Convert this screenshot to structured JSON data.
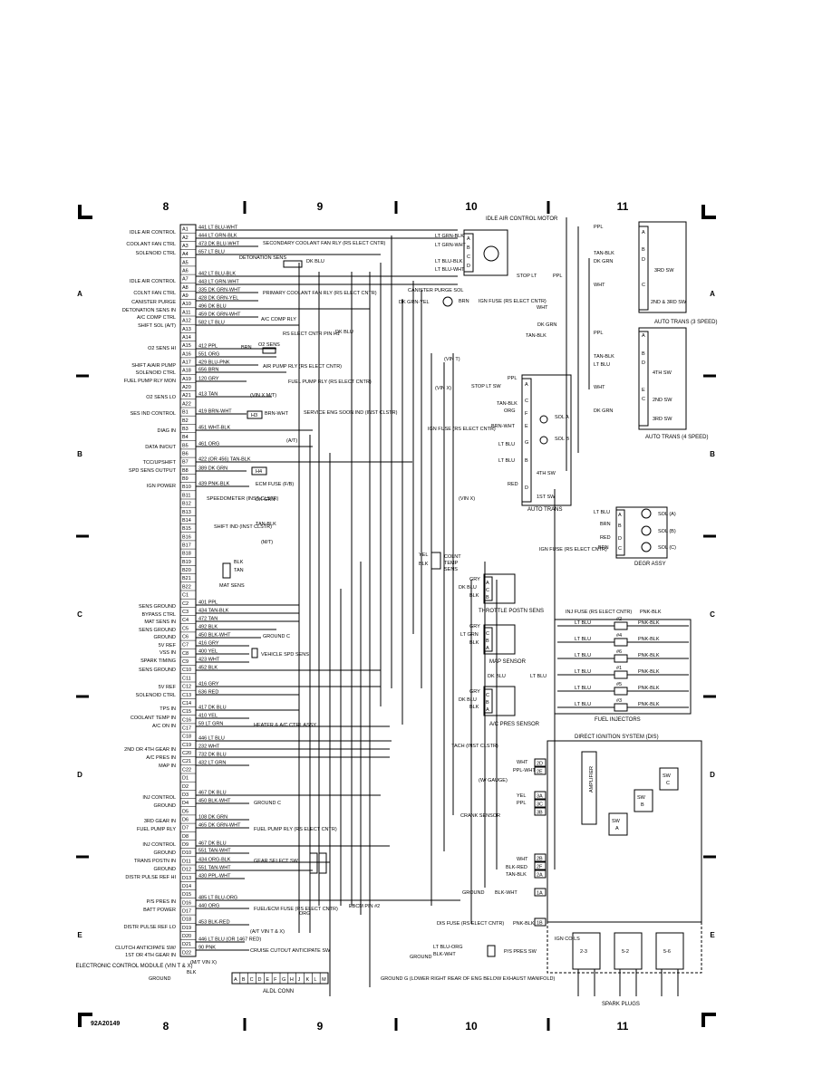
{
  "grid": {
    "columns": [
      "8",
      "9",
      "10",
      "11"
    ],
    "rows": [
      "A",
      "B",
      "C",
      "D",
      "E"
    ]
  },
  "footer": {
    "figure_id": "92A20149"
  },
  "ecm": {
    "title": "ELECTRONIC CONTROL MODULE (VIN T & X)",
    "functions": [
      "IDLE AIR CONTROL",
      "COOLANT FAN CTRL",
      "SOLENOID CTRL",
      "IDLE AIR CONTROL",
      "COLNT FAN CTRL",
      "CANISTER PURGE",
      "DETONATION SENS IN",
      "A/C COMP CTRL",
      "SHIFT SOL (A/T)",
      "O2 SENS HI",
      "SHIFT A/AIR PUMP",
      "SOLENOID CTRL",
      "FUEL PUMP RLY MON",
      "O2 SENS LO",
      "SES IND CONTROL",
      "DIAG IN",
      "DATA IN/OUT",
      "TCC/UPSHIFT",
      "SPD SENS OUTPUT",
      "IGN POWER",
      "SENS GROUND",
      "BYPASS CTRL",
      "MAT SENS IN",
      "SENS GROUND",
      "GROUND",
      "5V REF",
      "VSS IN",
      "SPARK TIMING",
      "SENS GROUND",
      "5V REF",
      "SOLENOID CTRL",
      "TPS IN",
      "COOLANT TEMP IN",
      "A/C ON IN",
      "2ND OR 4TH GEAR IN",
      "A/C PRES IN",
      "MAP IN",
      "INJ CONTROL",
      "GROUND",
      "3RD GEAR IN",
      "FUEL PUMP RLY",
      "INJ CONTROL",
      "GROUND",
      "TRANS POSTN IN",
      "GROUND",
      "DISTR PULSE REF HI",
      "P/S PRES IN",
      "BATT POWER",
      "DISTR PULSE REF LO",
      "CLUTCH ANTICIPATE SW/",
      "1ST OR 4TH GEAR IN"
    ],
    "pins": [
      "A1",
      "A2",
      "A3",
      "A4",
      "A5",
      "A6",
      "A7",
      "A8",
      "A9",
      "A10",
      "A11",
      "A12",
      "A13",
      "A14",
      "A15",
      "A16",
      "A17",
      "A18",
      "A19",
      "A20",
      "A21",
      "A22",
      "B1",
      "B2",
      "B3",
      "B4",
      "B5",
      "B6",
      "B7",
      "B8",
      "B9",
      "B10",
      "B11",
      "B12",
      "B13",
      "B14",
      "B15",
      "B16",
      "B17",
      "B18",
      "B19",
      "B20",
      "B21",
      "B22",
      "C1",
      "C2",
      "C3",
      "C4",
      "C5",
      "C6",
      "C7",
      "C8",
      "C9",
      "C10",
      "C11",
      "C12",
      "C13",
      "C14",
      "C15",
      "C16",
      "C17",
      "C18",
      "C19",
      "C20",
      "C21",
      "C22",
      "D1",
      "D2",
      "D3",
      "D4",
      "D5",
      "D6",
      "D7",
      "D8",
      "D9",
      "D10",
      "D11",
      "D12",
      "D13",
      "D14",
      "D15",
      "D16",
      "D17",
      "D18",
      "D19",
      "D20",
      "D21",
      "D22"
    ],
    "wires": [
      "441 LT BLU-WHT",
      "444 LT GRN-BLK",
      "473 DK BLU-WHT",
      "657 LT BLU",
      "442 LT BLU-BLK",
      "443 LT GRN-WHT",
      "335 DK GRN-WHT",
      "428 DK GRN-YEL",
      "496 DK BLU",
      "459 DK GRN-WHT",
      "582 LT BLU",
      "412 PPL",
      "551 ORG",
      "429 BLU-PNK",
      "656 BRN",
      "120 GRY",
      "413 TAN",
      "419 BRN-WHT",
      "451 WHT-BLK",
      "461 ORG",
      "422 (OR 456) TAN-BLK",
      "389 DK GRN",
      "439 PNK-BLK",
      "401 PPL",
      "434 TAN-BLK",
      "472 TAN",
      "492 BLK",
      "450 BLK-WHT",
      "416 GRY",
      "400 YEL",
      "423 WHT",
      "452 BLK",
      "416 GRY",
      "636 RED",
      "417 DK BLU",
      "410 YEL",
      "59 LT GRN",
      "446 LT BLU",
      "232 WHT",
      "732 DK BLU",
      "432 LT GRN",
      "467 DK BLU",
      "450 BLK-WHT",
      "108 DK GRN",
      "465 DK GRN-WHT",
      "467 DK BLU",
      "551 TAN-WHT",
      "434 ORG-BLK",
      "551 TAN-WHT",
      "430 PPL-WHT",
      "485 LT BLU-ORG",
      "440 ORG",
      "453 BLK-RED",
      "446 LT BLU (OR 1467 RED)",
      "90 PNK"
    ]
  },
  "components": {
    "idle_air_control_motor": "IDLE AIR CONTROL MOTOR",
    "idle_air_control_pins": [
      "A",
      "B",
      "C",
      "D"
    ],
    "secondary_coolant_fan_rly": "SECONDARY COOLANT FAN RLY (RS ELECT CNTR)",
    "detonation_sens": "DETONATION SENS",
    "primary_coolant_fan_rly": "PRIMARY COOLANT FAN RLY (RS ELECT CNTR)",
    "canister_purge_sol": "CANISTER PURGE SOL",
    "ign_fuse": "IGN FUSE (RS ELECT CNTR)",
    "ac_comp_rly": "A/C COMP RLY",
    "rs_elect_cntr_pin": "RS ELECT CNTR PIN H1",
    "o2_sens": "O2 SENS",
    "air_pump_rly": "AIR PUMP RLY (RS ELECT CNTR)",
    "fuel_pump_rly": "FUEL PUMP RLY (RS ELECT CNTR)",
    "vin_x_mt": "(VIN X M/T)",
    "vin_t": "(VIN T)",
    "vin_x": "(VIN X)",
    "h3": "H3",
    "service_eng_soon": "SERVICE ENG SOON IND (INST CLSTR)",
    "at": "(A/T)",
    "mt": "(M/T)",
    "h4": "H4",
    "ecm_fuse": "ECM FUSE (F/B)",
    "speedometer": "SPEEDOMETER (INST CLSTR)",
    "shift_ind": "SHIFT IND (INST CLSTR)",
    "mat_sens": "MAT SENS",
    "stop_lt_sw": "STOP LT SW",
    "auto_trans_3speed": "AUTO TRANS (3 SPEED)",
    "auto_trans_4speed": "AUTO TRANS (4 SPEED)",
    "third_sw": "3RD SW",
    "second_third_sw": "2ND & 3RD SW",
    "fourth_sw": "4TH SW",
    "second_sw": "2ND SW",
    "first_sw": "1ST SW",
    "sol_a": "SOL A",
    "sol_b": "SOL B",
    "auto_trans": "AUTO TRANS",
    "degr_assy": "DEGR ASSY",
    "sol_a_p": "SOL (A)",
    "sol_b_p": "SOL (B)",
    "sol_c_p": "SOL (C)",
    "colnt_temp_sens": "COLNT TEMP SENS",
    "throttle_postn_sens": "THROTTLE POSTN SENS",
    "map_sensor": "MAP SENSOR",
    "ac_pres_sensor": "A/C PRES SENSOR",
    "inj_fuse": "INJ FUSE (RS ELECT CNTR)",
    "fuel_injectors": "FUEL INJECTORS",
    "injector_ids": [
      "#2",
      "#4",
      "#6",
      "#1",
      "#5",
      "#3"
    ],
    "dis": "DIRECT IGNITION SYSTEM (DIS)",
    "tach": "TACH (INST CLSTR)",
    "w_gauge": "(W/ GAUGE)",
    "crank_sensor": "CRANK SENSOR",
    "amplifier": "AMPLIFIER",
    "sw_a": "SW A",
    "sw_b": "SW B",
    "sw_c": "SW C",
    "dis_fuse": "DIS FUSE (RS ELECT CNTR)",
    "ign_coils": "IGN COILS",
    "spark_plugs": "SPARK PLUGS",
    "coil_ids": [
      "2-3",
      "5-2",
      "5-6"
    ],
    "ground_c": "GROUND C",
    "ground_g": "GROUND G (LOWER RIGHT REAR OF ENG BELOW EXHAUST MANIFOLD)",
    "ps_pres_sw": "P/S PRES SW",
    "heater_ac_ctrl": "HEATER & A/C CTRL ASSY",
    "gear_select_sw": "GEAR SELECT SW",
    "vehicle_spd_sens": "VEHICLE SPD SENS",
    "ebcm_pin": "EBCM PIN #2",
    "fuel_ecm_fuse": "FUEL/ECM FUSE (RS ELECT CNTR)",
    "cruise_cutout": "CRUISE CUTOUT ANTICIPATE SW",
    "at_vin_tx": "(A/T VIN T & X)",
    "mt_vin_x": "(M/T VIN X)",
    "aldl_conn": "ALDL CONN",
    "aldl_pins": [
      "A",
      "B",
      "C",
      "D",
      "E",
      "F",
      "G",
      "H",
      "J",
      "K",
      "L",
      "M"
    ],
    "dis_pins": [
      "2D",
      "2E",
      "3A",
      "3C",
      "3B",
      "2B",
      "2F",
      "2A",
      "1A",
      "1B"
    ]
  }
}
